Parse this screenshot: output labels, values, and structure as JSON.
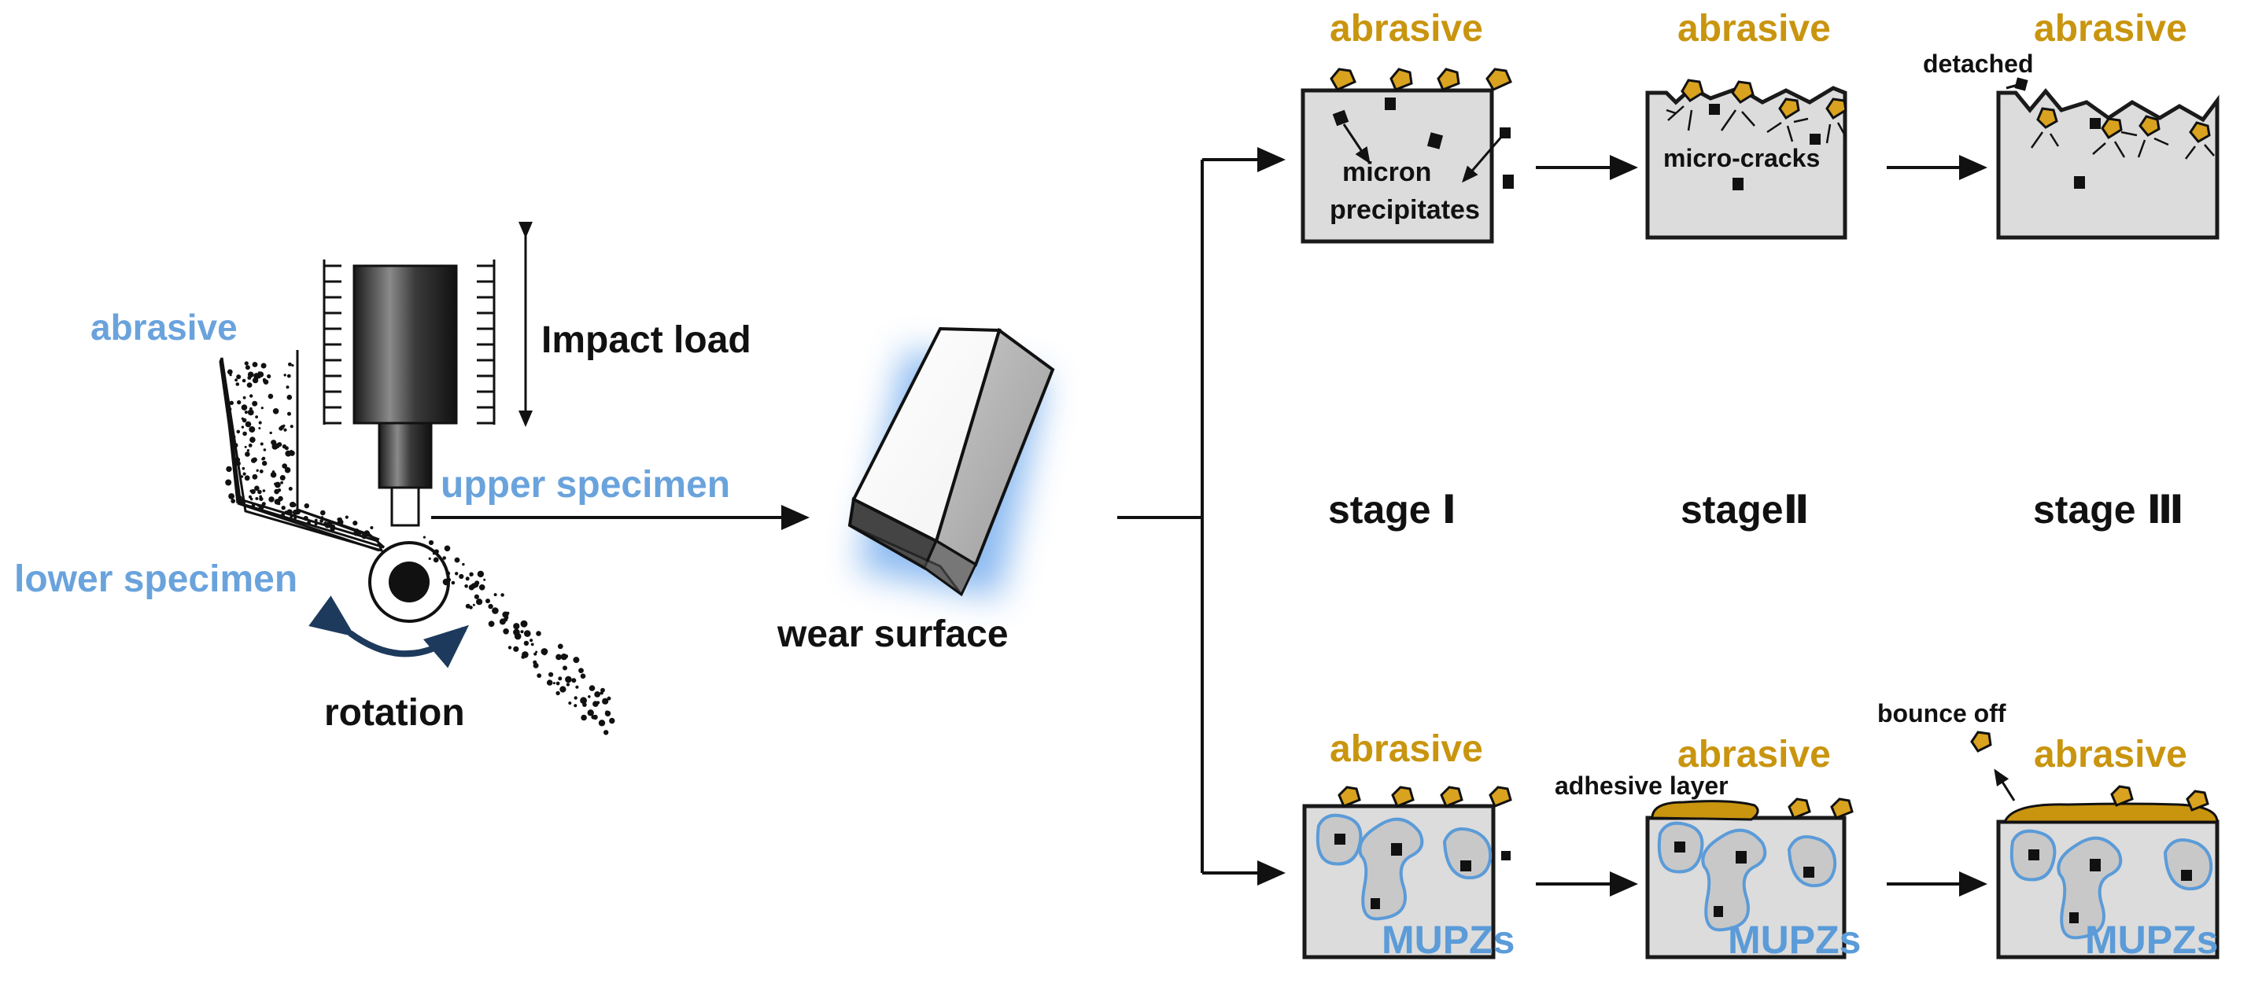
{
  "colors": {
    "label_blue": "#6aa3dc",
    "abrasive_gold": "#c9950f",
    "abrasive_particle": "#d9a21f",
    "mupz_outline": "#5b9bd8",
    "surface_fill": "#dcdcdc",
    "edge": "#1a1a1a"
  },
  "apparatus": {
    "abrasive_label": "abrasive",
    "impact_label": "Impact load",
    "upper_label": "upper specimen",
    "lower_label": "lower specimen",
    "rotation_label": "rotation"
  },
  "sample": {
    "wear_surface_label": "wear surface"
  },
  "stages": {
    "stage1": "stage Ⅰ",
    "stage2": "stageⅡ",
    "stage3": "stage Ⅲ"
  },
  "top_row": {
    "abrasive_1": "abrasive",
    "abrasive_2": "abrasive",
    "abrasive_3": "abrasive",
    "micron_line1": "micron",
    "micron_line2": "precipitates",
    "microcracks": "micro-cracks",
    "detached": "detached"
  },
  "bottom_row": {
    "abrasive_1": "abrasive",
    "abrasive_2": "abrasive",
    "abrasive_3": "abrasive",
    "adhesive_layer": "adhesive layer",
    "bounce_off": "bounce off",
    "mupz_1": "MUPZs",
    "mupz_2": "MUPZs",
    "mupz_3": "MUPZs"
  }
}
